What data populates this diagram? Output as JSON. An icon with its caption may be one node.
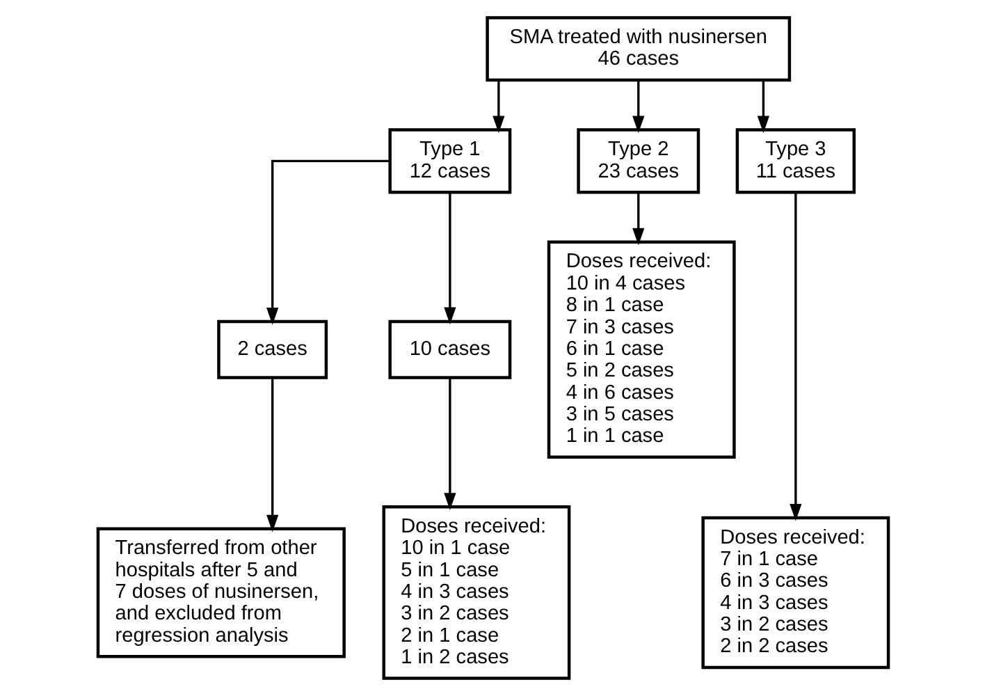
{
  "diagram": {
    "nodes": [
      {
        "text": [
          "SMA treated with nusinersen",
          "46 cases"
        ]
      },
      {
        "text": [
          "Type 1",
          "12 cases"
        ]
      },
      {
        "text": [
          "Type 2",
          "23 cases"
        ]
      },
      {
        "text": [
          "Type 3",
          "11 cases"
        ]
      },
      {
        "text": [
          "2 cases"
        ]
      },
      {
        "text": [
          "10 cases"
        ]
      },
      {
        "text": [
          "Transferred from other hospitals after 5 and 7 doses of nusinersen, and excluded from regression analysis"
        ]
      },
      {
        "text": [
          "Doses received:",
          "10 in 1 case",
          "5 in 1 case",
          "4 in 3 cases",
          "3 in 2 cases",
          "2 in 1 case",
          "1 in 2 cases"
        ]
      },
      {
        "text": [
          "Doses received:",
          "10 in 4 cases",
          "8 in 1 case",
          "7 in 3 cases",
          "6 in 1 case",
          "5 in 2 cases",
          "4 in 6 cases",
          "3 in 5 cases",
          "1 in 1 case"
        ]
      },
      {
        "text": [
          "Doses received:",
          "7 in 1 case",
          "6 in 3 cases",
          "4 in 3 cases",
          "3 in 2 cases",
          "2 in 2 cases"
        ]
      }
    ],
    "edges": [
      {
        "from": 0,
        "to": 1,
        "arrow": "to"
      },
      {
        "from": 0,
        "to": 2,
        "arrow": "to"
      },
      {
        "from": 0,
        "to": 3,
        "arrow": "to"
      },
      {
        "from": 1,
        "to": 4,
        "arrow": "to"
      },
      {
        "from": 1,
        "to": 5,
        "arrow": "to"
      },
      {
        "from": 4,
        "to": 6,
        "arrow": "to"
      },
      {
        "from": 5,
        "to": 7,
        "arrow": "to"
      },
      {
        "from": 2,
        "to": 8,
        "arrow": "to"
      },
      {
        "from": 3,
        "to": 9,
        "arrow": "to"
      }
    ]
  }
}
